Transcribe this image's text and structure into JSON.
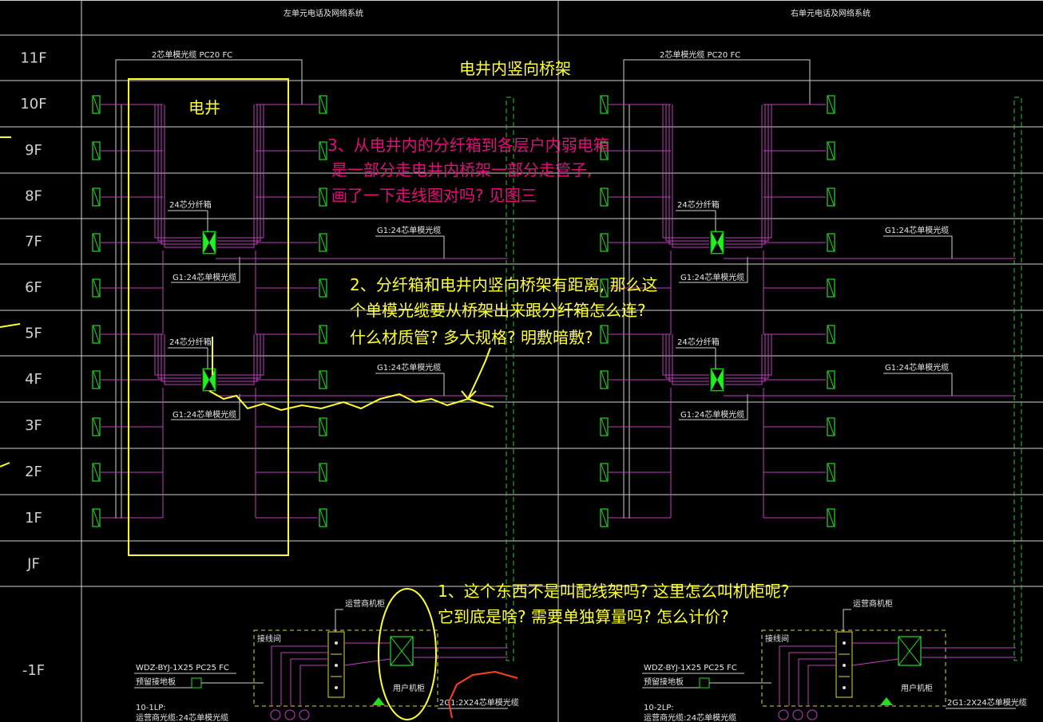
{
  "titles": {
    "left_system": "左单元电话及网络系统",
    "right_system": "右单元电话及网络系统"
  },
  "floors": [
    "11F",
    "10F",
    "9F",
    "8F",
    "7F",
    "6F",
    "5F",
    "4F",
    "3F",
    "2F",
    "1F",
    "JF",
    "-1F"
  ],
  "labels": {
    "cable_top": "2芯单模光缆  PC20  FC",
    "splitter": "24芯分纤箱",
    "g1_cable": "G1:24芯单模光缆",
    "carrier_cabinet": "运营商机柜",
    "patch_room": "接线间",
    "user_cabinet": "用户机柜",
    "bottom_cable": "2G1:2X24芯单模光缆",
    "wdz_left": "WDZ-BYJ-1X25  PC25  FC",
    "wdz_right": "WDZ-BYJ-1X25  PC25  FC",
    "ground_box": "预留接地板",
    "lp_left": "10-1LP:",
    "lp_right": "10-2LP:",
    "lp_sub": "运营商光缆:24芯单模光缆"
  },
  "annotations": {
    "shaft_title": "电井内竖向桥架",
    "shaft": "电井",
    "q3": [
      "3、从电井内的分纤箱到各层户内弱电箱",
      "是一部分走电井内桥架一部分走管子,",
      "画了一下走线图对吗?  见图三"
    ],
    "q2": [
      "2、分纤箱和电井内竖向桥架有距离, 那么这",
      "个单模光缆要从桥架出来跟分纤箱怎么连?",
      "什么材质管? 多大规格? 明敷暗敷?"
    ],
    "q1": [
      "1、这个东西不是叫配线架吗? 这里怎么叫机柜呢?",
      "它到底是啥? 需要单独算量吗? 怎么计价?"
    ]
  },
  "colors": {
    "background": "#000000",
    "grid": "#cfcfcf",
    "wire": "#c040c0",
    "box": "#22dd22",
    "annotation_yellow": "#ffff33",
    "annotation_magenta": "#e0107a",
    "dashed_tray": "#22cc22",
    "cabinet_dashed": "#dddd33",
    "red_mark": "#ff4020"
  }
}
